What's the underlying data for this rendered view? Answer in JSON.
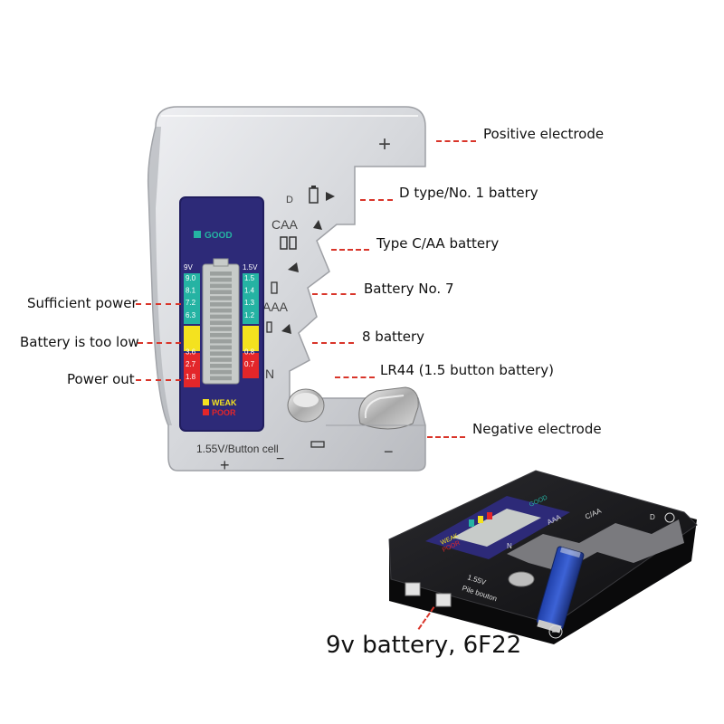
{
  "device_front": {
    "slot_labels": {
      "d": "D",
      "caa": "CAA",
      "aaa": "AAA",
      "n": "N"
    },
    "meter": {
      "good_label": "GOOD",
      "weak_label": "WEAK",
      "poor_label": "POOR",
      "left_header": "9V",
      "right_header": "1.5V",
      "left_scale": [
        "9.0",
        "8.1",
        "7.2",
        "6.3",
        "",
        "",
        "3.6",
        "2.7",
        "1.8"
      ],
      "right_scale": [
        "1.5",
        "1.4",
        "1.3",
        "1.2",
        "",
        "",
        "0.8",
        "0.7"
      ],
      "colors": {
        "good": "#25b3a3",
        "weak": "#f4e21f",
        "poor": "#e3262a",
        "panel": "#2d2a78"
      }
    },
    "bottom_label": "1.55V/Button cell",
    "plus_sign": "+",
    "minus_sign": "−"
  },
  "callouts": {
    "positive_electrode": "Positive electrode",
    "d_type": "D type/No. 1 battery",
    "type_c_aa": "Type C/AA battery",
    "battery_no7": "Battery No. 7",
    "battery_8": "8 battery",
    "lr44": "LR44 (1.5 button battery)",
    "negative_electrode": "Negative electrode",
    "sufficient_power": "Sufficient power",
    "too_low": "Battery is too low",
    "power_out": "Power out"
  },
  "device_back": {
    "good_label": "GOOD",
    "weak_label": "WEAK",
    "poor_label": "POOR",
    "slot_labels": {
      "d": "D",
      "caa": "C/AA",
      "aaa": "AAA",
      "n": "N"
    },
    "bottom_label_1": "1.55V",
    "bottom_label_2": "Pile bouton"
  },
  "caption": "9v battery, 6F22",
  "colors": {
    "accent_dash": "#d9352a",
    "body_silver": "#d7d8dc",
    "body_black": "#1b1b1d"
  }
}
